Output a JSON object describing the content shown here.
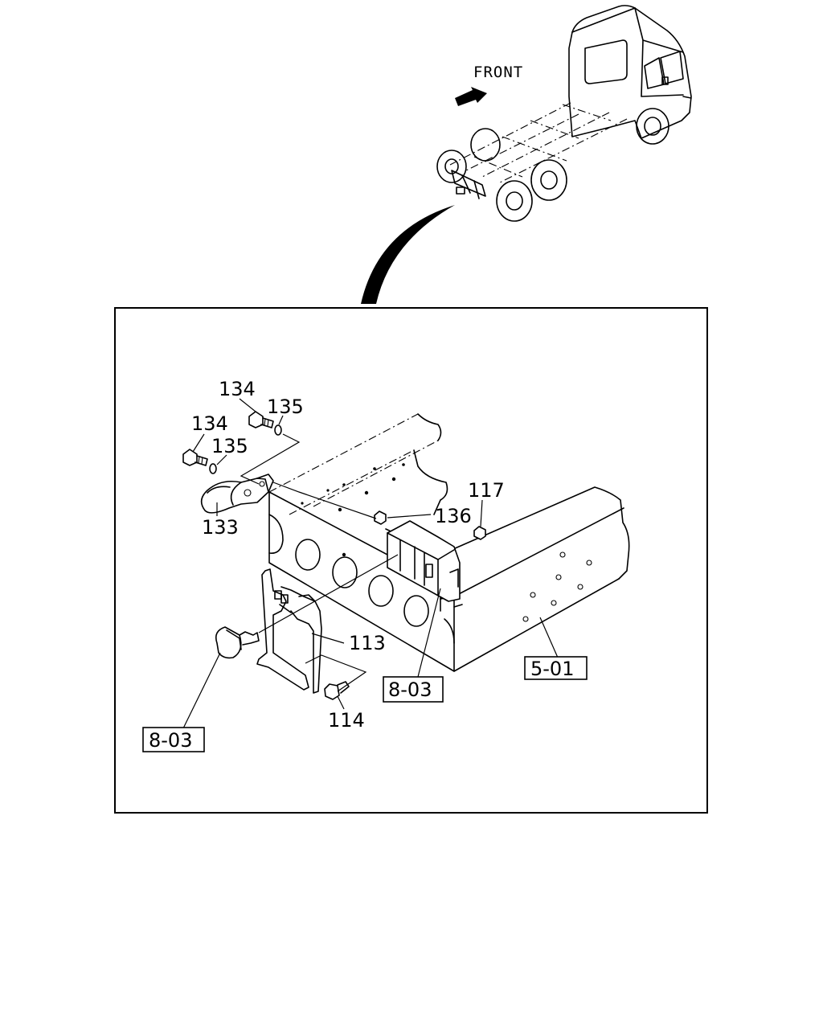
{
  "front_label": "FRONT",
  "parts": {
    "p134a": "134",
    "p135a": "135",
    "p134b": "134",
    "p135b": "135",
    "p133": "133",
    "p136": "136",
    "p117": "117",
    "p113": "113",
    "p114": "114"
  },
  "refs": {
    "r803_center": "8-03",
    "r803_left": "8-03",
    "r501": "5-01"
  }
}
